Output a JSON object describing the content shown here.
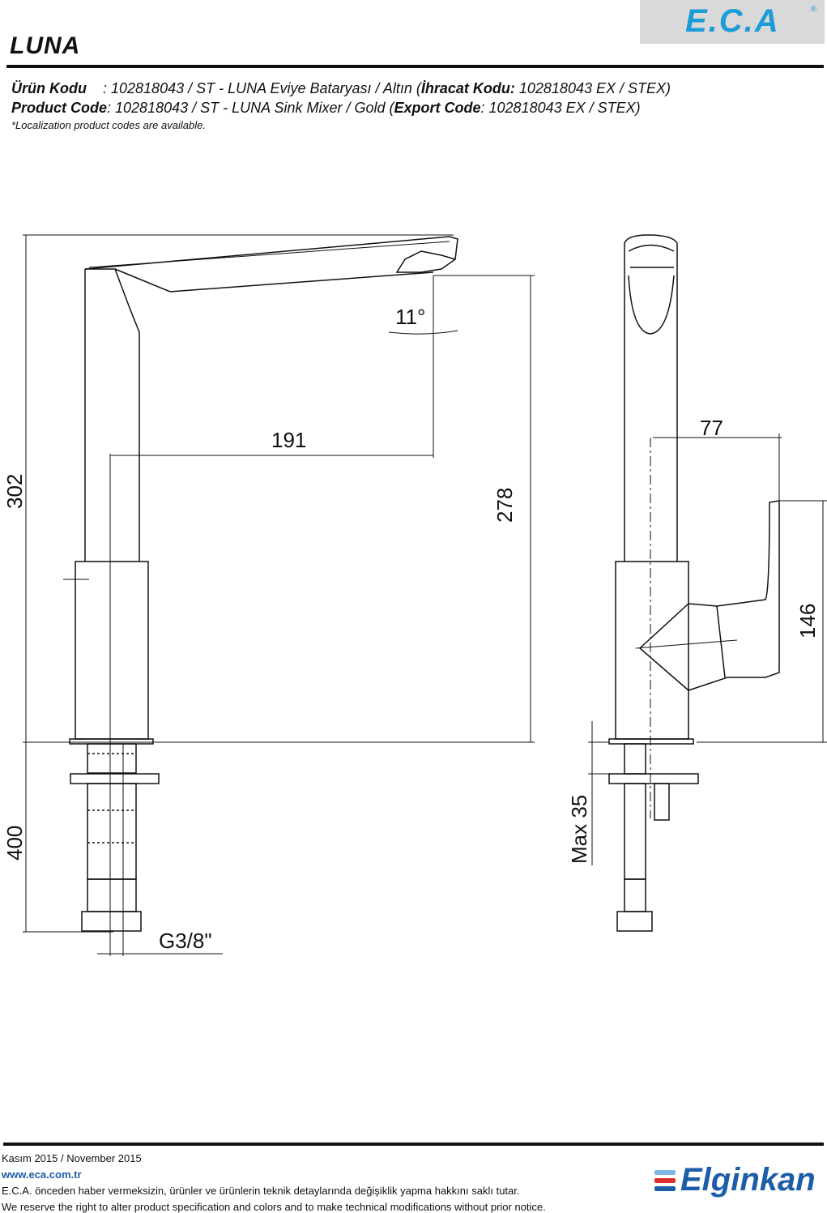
{
  "header": {
    "title": "LUNA",
    "logo": "E.C.A",
    "logo_mark": "®"
  },
  "product": {
    "tr_label": "Ürün Kodu",
    "tr_value": ": 102818043 / ST - LUNA Eviye Bataryası / Altın (",
    "tr_export_label": "İhracat Kodu:",
    "tr_export_value": " 102818043 EX / STEX)",
    "en_label": "Product Code",
    "en_value": ": 102818043 / ST - LUNA Sink Mixer / Gold (",
    "en_export_label": "Export Code",
    "en_export_value": ": 102818043 EX / STEX)",
    "note": "*Localization product codes are available."
  },
  "dimensions": {
    "height_total": "302",
    "spout_reach": "191",
    "spout_height": "278",
    "angle": "11°",
    "hose": "400",
    "thread": "G3/8\"",
    "handle_reach": "77",
    "handle_height": "146",
    "max_thickness": "Max 35"
  },
  "footer": {
    "date": "Kasım 2015 / November 2015",
    "url": "www.eca.com.tr",
    "disclaimer_tr": "E.C.A. önceden haber vermeksizin, ürünler ve ürünlerin teknik detaylarında değişiklik yapma hakkını saklı tutar.",
    "disclaimer_en": "We reserve the right to alter product specification and colors and to make technical modifications without prior notice.",
    "brand": "Elginkan",
    "brand_colors": [
      "#1d5da8",
      "#d8302f",
      "#7fb8e0"
    ]
  }
}
